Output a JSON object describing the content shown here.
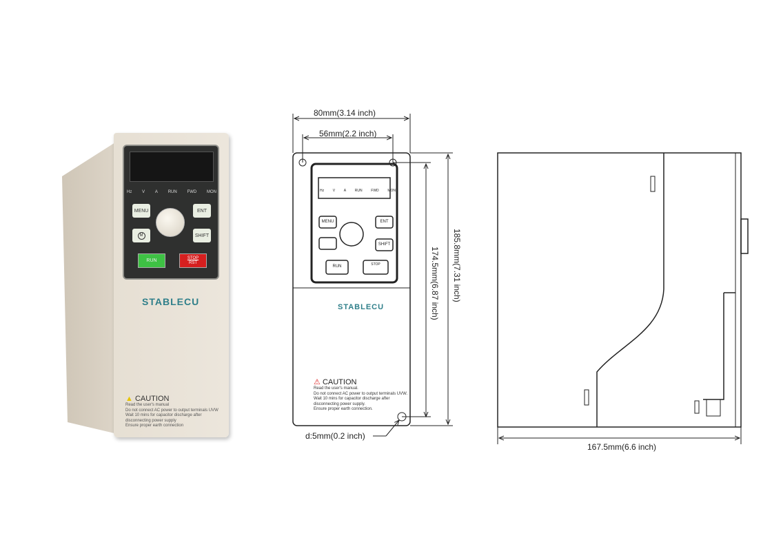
{
  "device": {
    "brand": "STABLECU",
    "indicators": [
      "Hz",
      "V",
      "A",
      "RUN",
      "FWD",
      "MON"
    ],
    "buttons": {
      "menu": "MENU",
      "ent": "ENT",
      "m": "M",
      "shift": "SHIFT",
      "run": "RUN",
      "stop": "STOP",
      "rst": "RST"
    },
    "caution": {
      "title": "CAUTION",
      "photo_lines": [
        "Read the user's manual",
        "Do not connect AC power to output terminals UVW",
        "Wait 10 mins for capacitor discharge after",
        "disconnecting power supply",
        "Ensure proper earth connection"
      ],
      "drawing_lines": [
        "Read the user's manual.",
        "Do not connect AC power to output terminals UVW.",
        "Wait 10 mins for capacitor discharge after",
        "disconnecting power supply.",
        "Ensure proper earth connection."
      ]
    }
  },
  "dimensions": {
    "width": "80mm(3.14 inch)",
    "hole_spacing": "56mm(2.2 inch)",
    "hole_height": "174.5mm(6.87 inch)",
    "height": "185.8mm(7.31 inch)",
    "hole_diameter": "d:5mm(0.2 inch)",
    "depth": "167.5mm(6.6 inch)"
  },
  "colors": {
    "brand": "#2f7f8a",
    "run": "#3ec144",
    "stop": "#d61f1f",
    "body": "#e8e1d5"
  }
}
